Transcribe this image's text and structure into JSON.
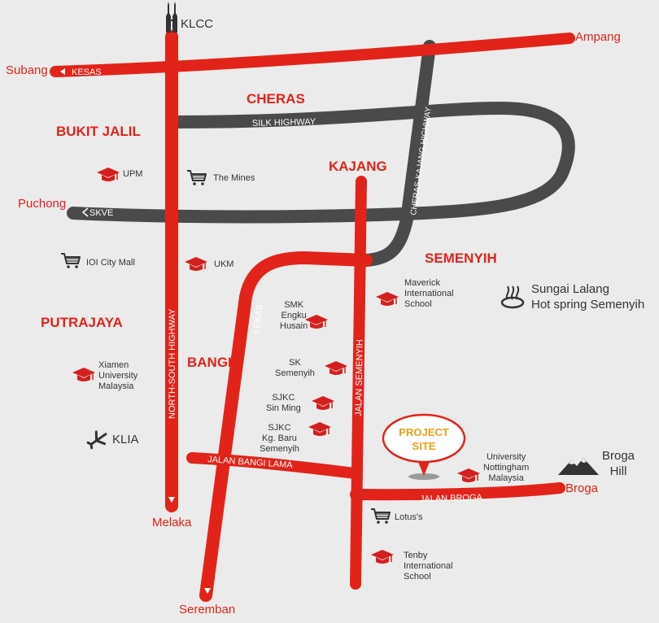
{
  "places": {
    "klcc": "KLCC",
    "ampang": "Ampang",
    "subang": "Subang",
    "puchong": "Puchong",
    "melaka": "Melaka",
    "seremban": "Seremban",
    "broga": "Broga"
  },
  "districts": {
    "cheras": "CHERAS",
    "bukit_jalil": "BUKIT JALIL",
    "kajang": "KAJANG",
    "semenyih": "SEMENYIH",
    "putrajaya": "PUTRAJAYA",
    "bangi": "BANGI"
  },
  "roads": {
    "kesas": "KESAS",
    "silk_highway": "SILK HIGHWAY",
    "skve": "SKVE",
    "cheras_kajang_highway": "CHERAS-KAJANG HIGHWAY",
    "north_south_highway": "NORTH-SOUTH HIGHWAY",
    "lekas": "LEKAS",
    "jalan_semenyih": "JALAN SEMENYIH",
    "jalan_bangi_lama": "JALAN BANGI LAMA",
    "jalan_broga": "JALAN BROGA"
  },
  "pois": {
    "upm": "UPM",
    "the_mines": "The Mines",
    "ioi_city_mall": "IOI City Mall",
    "ukm": "UKM",
    "xiamen": [
      "Xiamen",
      "University",
      "Malaysia"
    ],
    "klia": "KLIA",
    "smk_engku_husain": [
      "SMK",
      "Engku",
      "Husain"
    ],
    "sk_semenyih": [
      "SK",
      "Semenyih"
    ],
    "sjkc_sin_ming": [
      "SJKC",
      "Sin Ming"
    ],
    "sjkc_kg_baru": [
      "SJKC",
      "Kg. Baru",
      "Semenyih"
    ],
    "maverick": [
      "Maverick",
      "International",
      "School"
    ],
    "sungai_lalang": [
      "Sungai Lalang",
      "Hot spring Semenyih"
    ],
    "nottingham": [
      "University",
      "Nottingham",
      "Malaysia"
    ],
    "broga_hill": [
      "Broga",
      "Hill"
    ],
    "lotus": "Lotus's",
    "tenby": [
      "Tenby",
      "International",
      "School"
    ]
  },
  "project_site": [
    "PROJECT",
    "SITE"
  ],
  "colors": {
    "background": "#ebebeb",
    "red_road": "#e2231a",
    "grey_road": "#4a4a4a",
    "project_text": "#e8a019",
    "poi_icon": "#d41f1f"
  },
  "icons": {
    "university": "graduation-cap-icon",
    "mall": "shopping-cart-icon",
    "airport": "airplane-icon",
    "landmark": "twin-towers-icon",
    "hotspring": "hot-spring-icon",
    "hill": "mountain-icon",
    "pin": "location-pin-icon"
  }
}
